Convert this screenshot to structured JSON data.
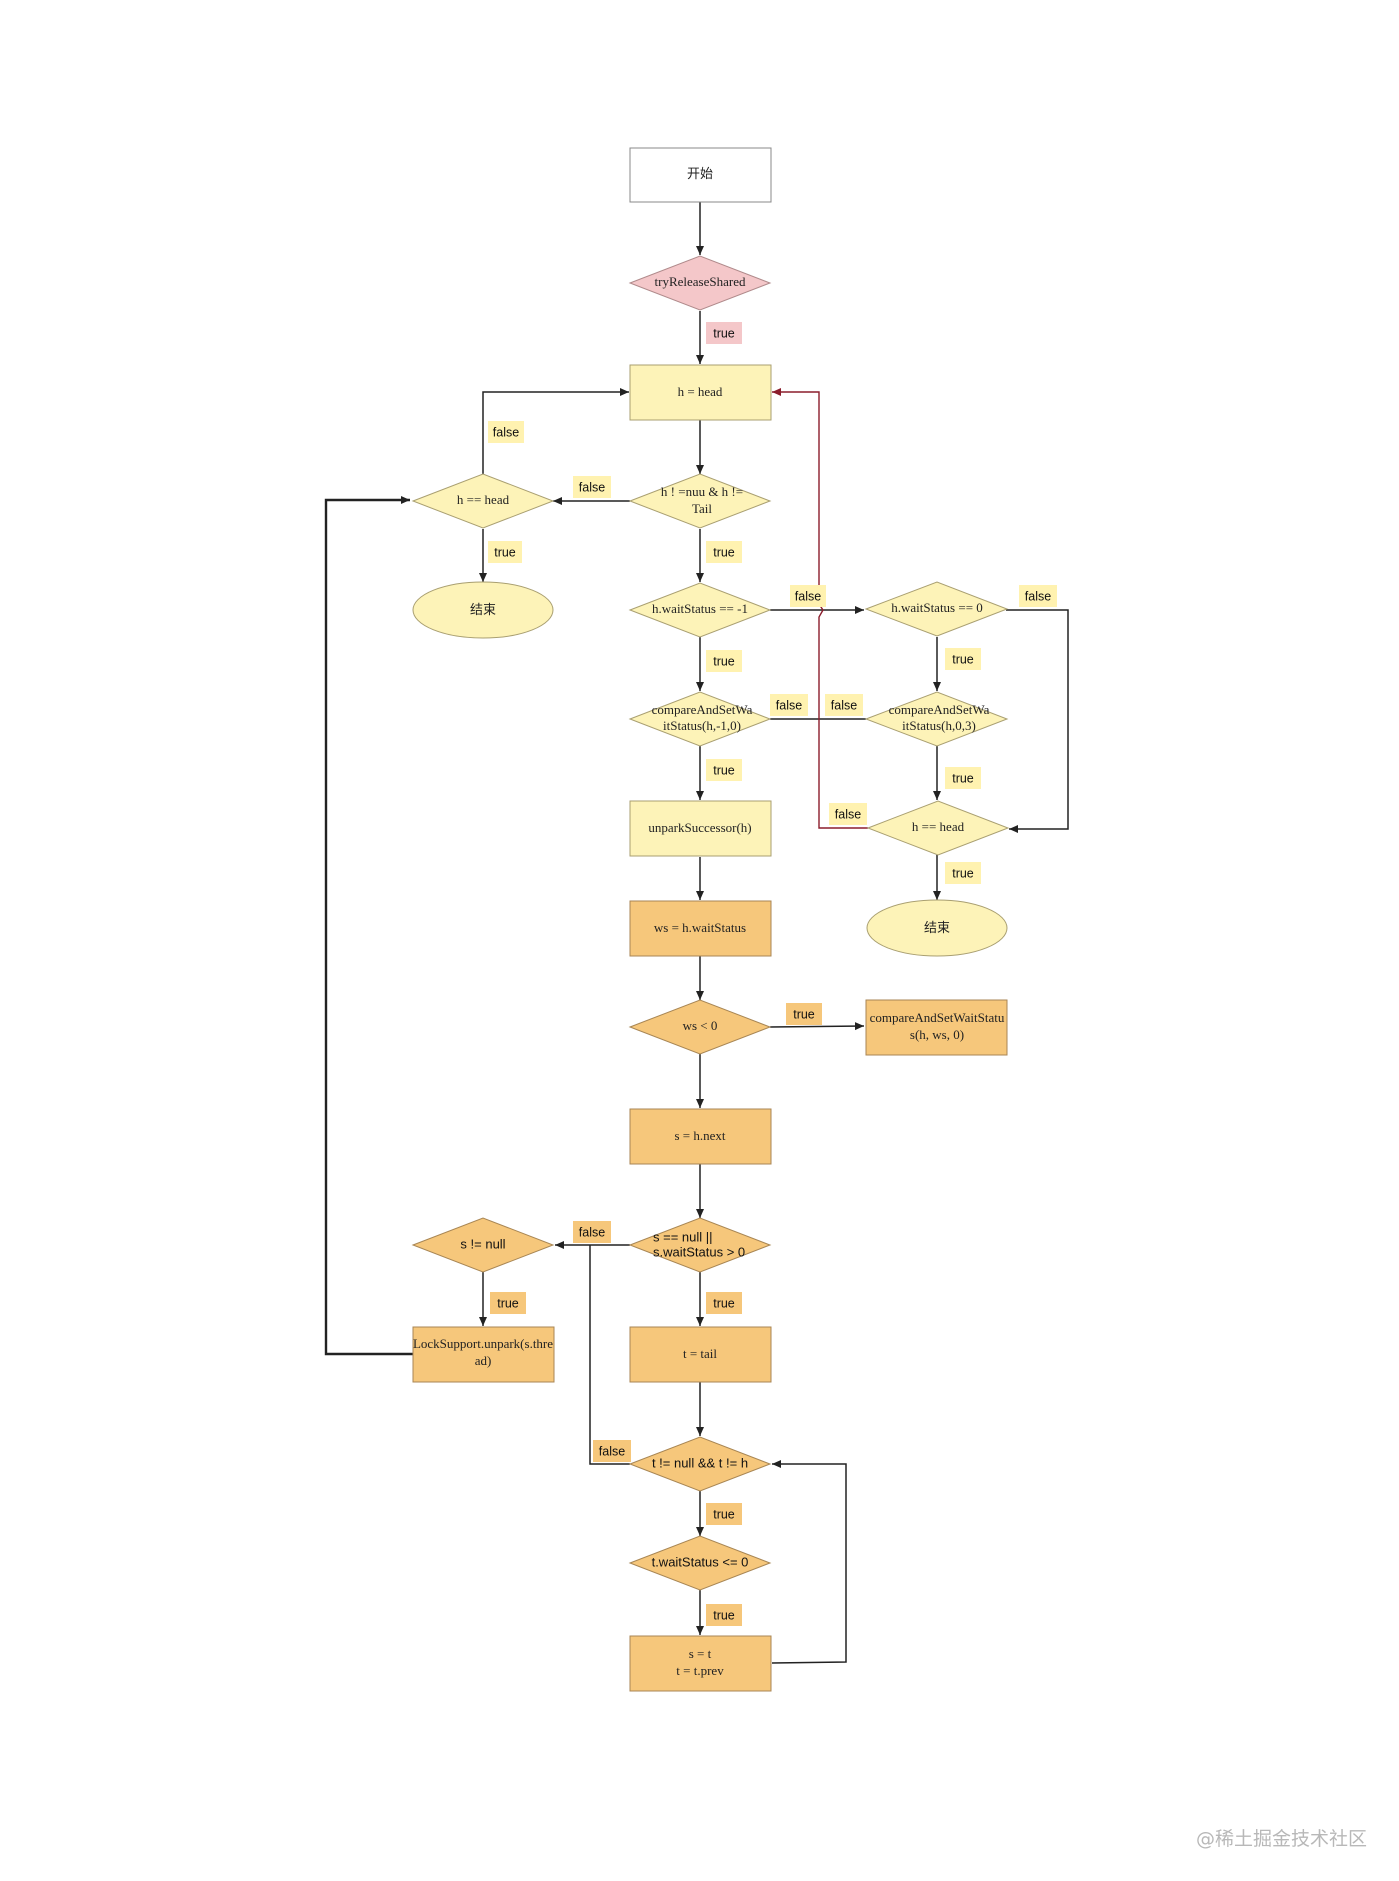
{
  "colors": {
    "white_fill": "#ffffff",
    "pink_fill": "#f4c7c9",
    "light_yellow_fill": "#fdf3b8",
    "orange_fill": "#f6c77b",
    "light_yellow_label": "#fff2b0",
    "orange_label": "#f6c77b",
    "pink_label": "#f4c7c9",
    "edge": "#222222",
    "loop_edge": "#8b1d2c"
  },
  "nodes": {
    "start": {
      "lines": [
        "开始"
      ]
    },
    "try_release": {
      "lines": [
        "tryReleaseShared"
      ]
    },
    "h_head": {
      "lines": [
        "h = head"
      ]
    },
    "check_h": {
      "lines": [
        "h ! =nuu & h !=",
        "Tail"
      ]
    },
    "h_eq_head_left": {
      "lines": [
        "h == head"
      ]
    },
    "end_left": {
      "lines": [
        "结束"
      ]
    },
    "wait_neg1": {
      "lines": [
        "h.waitStatus == -1"
      ]
    },
    "wait_zero": {
      "lines": [
        "h.waitStatus == 0"
      ]
    },
    "cas_left": {
      "lines": [
        "compareAndSetWa",
        "itStatus(h,-1,0)"
      ]
    },
    "cas_right": {
      "lines": [
        "compareAndSetWa",
        "itStatus(h,0,3)"
      ]
    },
    "unpark_succ": {
      "lines": [
        "unparkSuccessor(h)"
      ]
    },
    "h_eq_head_right": {
      "lines": [
        "h == head"
      ]
    },
    "end_right": {
      "lines": [
        "结束"
      ]
    },
    "ws_assign": {
      "lines": [
        "ws = h.waitStatus"
      ]
    },
    "ws_lt0": {
      "lines": [
        "ws < 0"
      ]
    },
    "cas_ws": {
      "lines": [
        "compareAndSetWaitStatu",
        "s(h, ws, 0)"
      ]
    },
    "s_next": {
      "lines": [
        "s = h.next"
      ]
    },
    "s_null_check": {
      "lines": [
        "s == null ||",
        "s.waitStatus > 0"
      ]
    },
    "s_not_null": {
      "lines": [
        "s != null"
      ]
    },
    "t_tail": {
      "lines": [
        "t = tail"
      ]
    },
    "lock_unpark": {
      "lines": [
        "LockSupport.unpark(s.thre",
        "ad)"
      ]
    },
    "t_loop_check": {
      "lines": [
        "t != null && t != h"
      ]
    },
    "t_wait_check": {
      "lines": [
        "t.waitStatus <= 0"
      ]
    },
    "s_t_assign": {
      "lines": [
        "s = t",
        "t = t.prev"
      ]
    }
  },
  "edge_labels": {
    "try_true": "true",
    "h_left_false": "false",
    "check_false": "false",
    "h_left_true": "true",
    "check_true": "true",
    "neg1_false": "false",
    "zero_false": "false",
    "neg1_true": "true",
    "zero_true": "true",
    "cas_left_false": "false",
    "cas_right_false": "false",
    "cas_left_true": "true",
    "cas_right_true": "true",
    "h_right_false": "false",
    "h_right_true": "true",
    "ws_true": "true",
    "s_null_false": "false",
    "s_not_null_true": "true",
    "s_null_true": "true",
    "t_loop_false": "false",
    "t_loop_true": "true",
    "t_wait_true": "true"
  },
  "watermark": "@稀土掘金技术社区"
}
